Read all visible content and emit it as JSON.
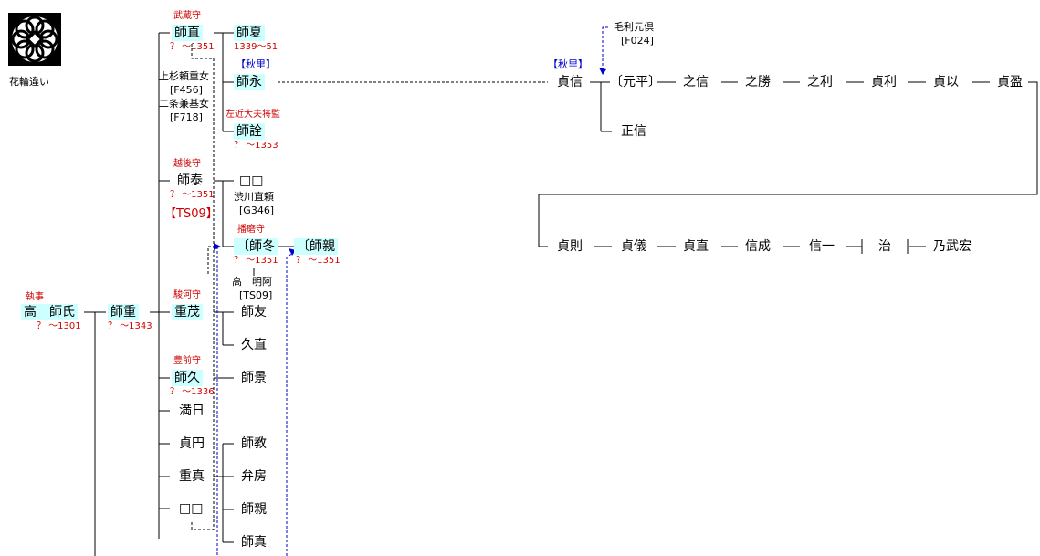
{
  "crest": {
    "label": "花輪違い"
  },
  "root": {
    "title": "執事",
    "name": "高　師氏",
    "years": "？ ～1301"
  },
  "shigemoro": {
    "name": "師重",
    "years": "？ ～1343"
  },
  "moronao": {
    "title": "武蔵守",
    "name": "師直",
    "years": "？ ～1351"
  },
  "moronatsu": {
    "name": "師夏",
    "years": "1339～51"
  },
  "spouse1": "上杉頼重女",
  "spouse1_ref": "[F456]",
  "spouse2": "二条兼基女",
  "spouse2_ref": "[F718]",
  "akisato1": "【秋里】",
  "moronaga": {
    "name": "師永"
  },
  "morooki": {
    "title": "左近大夫将監",
    "name": "師詮",
    "years": "？ ～1353"
  },
  "moroyasu": {
    "title": "越後守",
    "name": "師泰",
    "years": "？ ～1351",
    "tag": "【TS09】"
  },
  "unknown1": "□□",
  "shibukawa": "渋川直頼",
  "shibukawa_ref": "[G346]",
  "harima": "播磨守",
  "morofuyu": {
    "name": "〔師冬",
    "years": "？ ～1351"
  },
  "morochika": {
    "name": "〔師親",
    "years": "？ ～1351"
  },
  "ko_meia": "高　明阿",
  "ko_meia_ref": "[TS09]",
  "shigemochi": {
    "title": "駿河守",
    "name": "重茂"
  },
  "morotomo": "師友",
  "hisanao": "久直",
  "morohisa": {
    "title": "豊前守",
    "name": "師久",
    "years": "？ ～1336"
  },
  "morokage": "師景",
  "mannichi": "満日",
  "teien": "貞円",
  "shigezane": "重真",
  "unknown2": "□□",
  "morinori": "師教",
  "benbo": "弁房",
  "morochika2": "師親",
  "morozane": "師真",
  "mori": {
    "name": "毛利元倶",
    "ref": "[F024]"
  },
  "akisato2": "【秋里】",
  "sadanobu": "貞信",
  "genpei": "〔元平〕",
  "yukinobu": "之信",
  "yukikatsu": "之勝",
  "yukitoshi": "之利",
  "sadatoshi": "貞利",
  "sadamochi": "貞以",
  "sadamitsu": "貞盈",
  "masanobu": "正信",
  "sadanori": "貞則",
  "sadayoshi": "貞儀",
  "sadanao": "貞直",
  "nobushige": "信成",
  "nobuichi": "信一",
  "osamu": "治",
  "nobutake": "乃武宏"
}
